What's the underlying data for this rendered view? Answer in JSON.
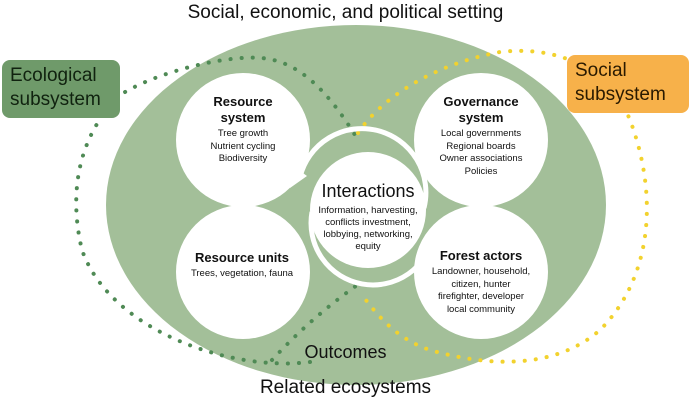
{
  "titles": {
    "top": "Social, economic, and political setting",
    "bottom": "Related ecosystems",
    "outcomes": "Outcomes"
  },
  "badges": {
    "ecological": [
      "Ecological",
      "subsystem"
    ],
    "social": [
      "Social",
      "subsystem"
    ]
  },
  "nodes": {
    "resource_system": {
      "title": [
        "Resource",
        "system"
      ],
      "items": [
        "Tree growth",
        "Nutrient cycling",
        "Biodiversity"
      ]
    },
    "governance_system": {
      "title": [
        "Governance",
        "system"
      ],
      "items": [
        "Local governments",
        "Regional boards",
        "Owner associations",
        "Policies"
      ]
    },
    "resource_units": {
      "title": [
        "Resource units"
      ],
      "items": [
        "Trees, vegetation, fauna"
      ]
    },
    "forest_actors": {
      "title": [
        "Forest actors"
      ],
      "items": [
        "Landowner, household,",
        "citizen, hunter",
        "firefighter, developer",
        "local community"
      ]
    },
    "interactions": {
      "title": "Interactions",
      "items": [
        "Information, harvesting,",
        "conflicts investment,",
        "lobbying, networking,",
        "equity"
      ]
    }
  },
  "colors": {
    "ellipse": "#a3bf99",
    "ecological_badge": "#6f9a6a",
    "social_badge": "#f7b14a",
    "green_dots": "#4f8a55",
    "yellow_dots": "#f2d22e",
    "circle_fill": "#ffffff"
  }
}
